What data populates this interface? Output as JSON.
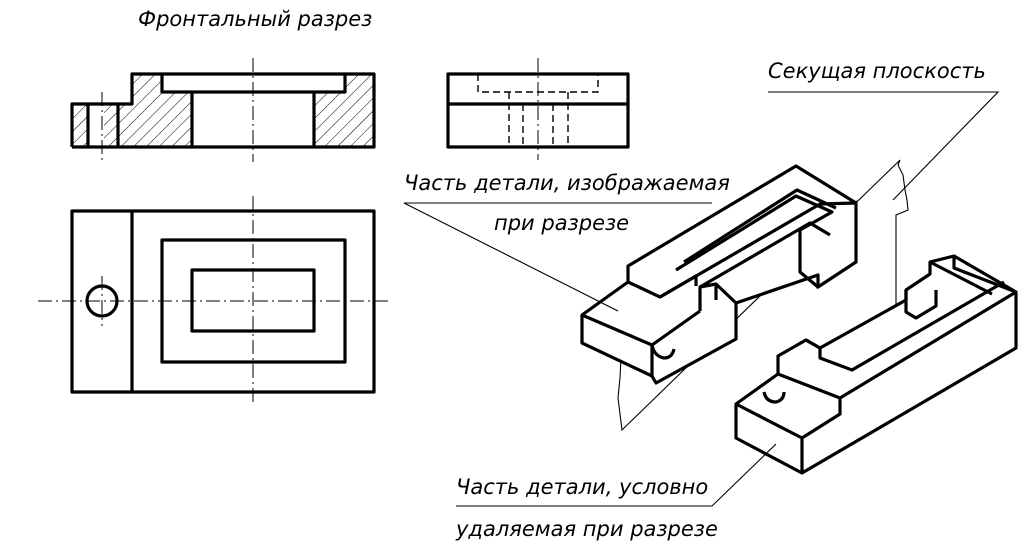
{
  "title": "Фронтальный разрез",
  "labels": {
    "cutting_plane": "Секущая плоскость",
    "kept_part_line1": "Часть детали, изображаемая",
    "kept_part_line2": "при разрезе",
    "removed_part_line1": "Часть детали, условно",
    "removed_part_line2": "удаляемая при разрезе"
  }
}
